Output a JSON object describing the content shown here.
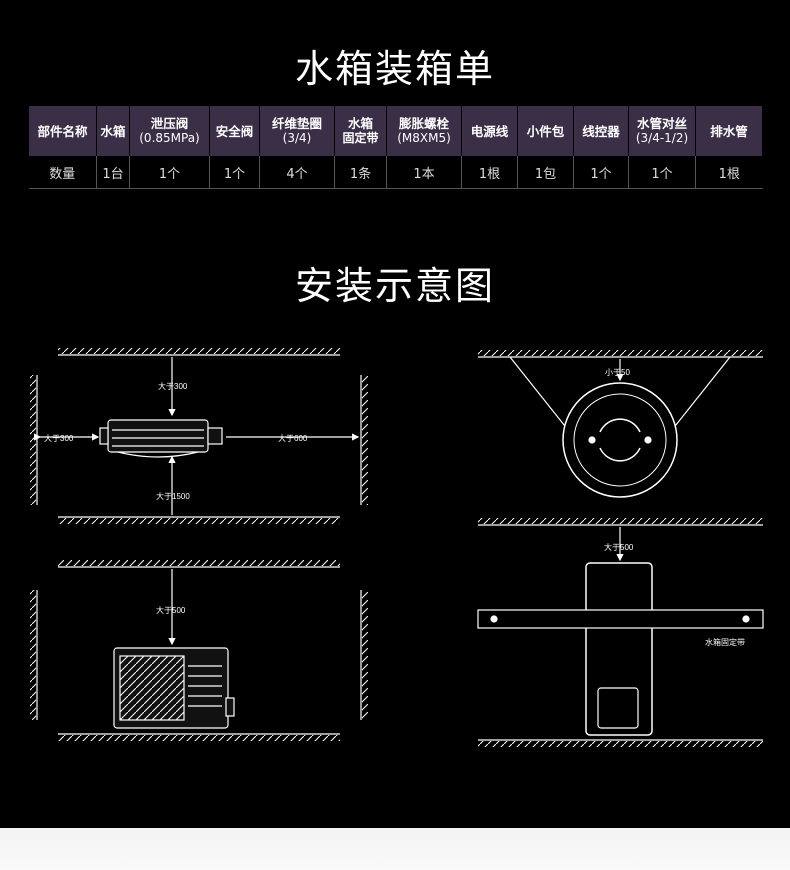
{
  "titles": {
    "packing_list": "水箱装箱单",
    "install_diagram": "安装示意图"
  },
  "packing_table": {
    "header_label": "部件名称",
    "row_label": "数量",
    "items": [
      {
        "name": "水箱",
        "sub": "",
        "qty": "1台"
      },
      {
        "name": "泄压阀",
        "sub": "(0.85MPa)",
        "qty": "1个"
      },
      {
        "name": "安全阀",
        "sub": "",
        "qty": "1个"
      },
      {
        "name": "纤维垫圈",
        "sub": "(3/4)",
        "qty": "4个"
      },
      {
        "name": "水箱",
        "sub": "固定带",
        "qty": "1条"
      },
      {
        "name": "膨胀螺栓",
        "sub": "(M8XM5)",
        "qty": "1本"
      },
      {
        "name": "电源线",
        "sub": "",
        "qty": "1根"
      },
      {
        "name": "小件包",
        "sub": "",
        "qty": "1包"
      },
      {
        "name": "线控器",
        "sub": "",
        "qty": "1个"
      },
      {
        "name": "水管对丝",
        "sub": "(3/4-1/2)",
        "qty": "1个"
      },
      {
        "name": "排水管",
        "sub": "",
        "qty": "1根"
      }
    ]
  },
  "diagram_labels": {
    "top_clear": "大于300",
    "left_clear": "大于300",
    "right_clear": "大于600",
    "bottom_clear": "大于1500",
    "outdoor_top_clear": "大于500",
    "ceiling_gap": "小于50",
    "tank_top_clear": "大于500",
    "strap_label": "水箱固定带"
  },
  "colors": {
    "background": "#000000",
    "table_header": "#3a2f47",
    "line": "#ffffff"
  }
}
